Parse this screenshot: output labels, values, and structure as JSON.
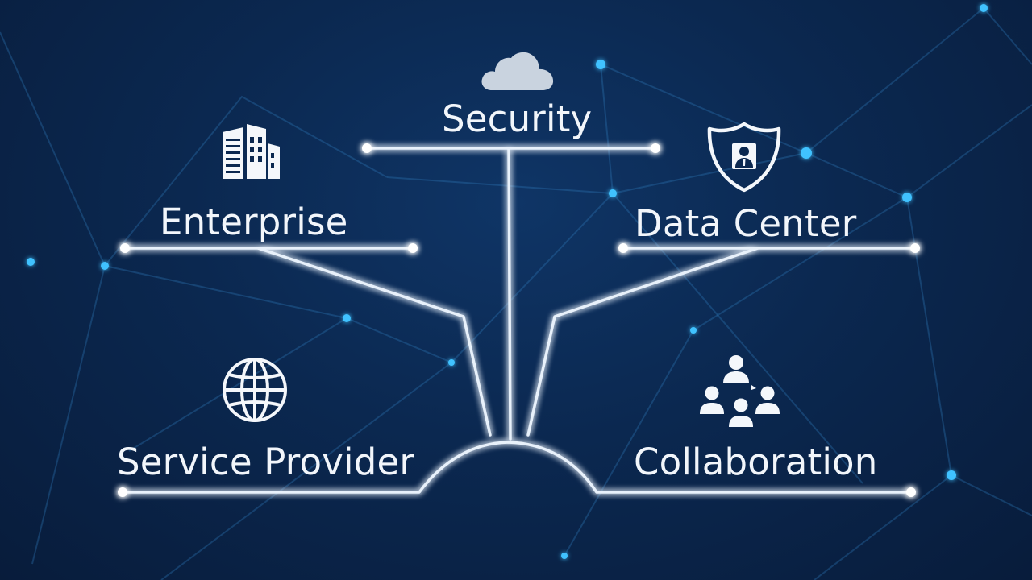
{
  "diagram": {
    "nodes": [
      {
        "id": "security",
        "label": "Security",
        "icon": "cloud-icon"
      },
      {
        "id": "enterprise",
        "label": "Enterprise",
        "icon": "building-icon"
      },
      {
        "id": "data_center",
        "label": "Data Center",
        "icon": "shield-user-icon"
      },
      {
        "id": "service_provider",
        "label": "Service Provider",
        "icon": "globe-icon"
      },
      {
        "id": "collaboration",
        "label": "Collaboration",
        "icon": "team-icon"
      }
    ]
  },
  "colors": {
    "background": "#0b2850",
    "line": "#e8f1fb",
    "glow": "#4fb3ff",
    "text": "#f2f6fb",
    "icon_light": "#f4f7fb",
    "cloud": "#c9d3df"
  }
}
